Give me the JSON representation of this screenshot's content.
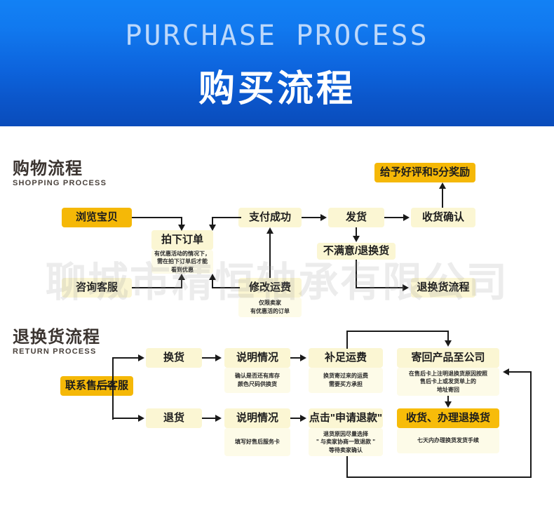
{
  "banner": {
    "english_title": "PURCHASE PROCESS",
    "chinese_title": "购买流程"
  },
  "watermark": "聊城市精恒轴承有限公司",
  "shopping_section": {
    "heading_cn": "购物流程",
    "heading_en": "SHOPPING PROCESS",
    "nodes": {
      "browse": "浏览宝贝",
      "place_order": "拍下订单",
      "contact_service": "咨询客服",
      "modify_shipping": "修改运费",
      "pay_success": "支付成功",
      "ship": "发货",
      "confirm_receipt": "收货确认",
      "reward": "给予好评和5分奖励",
      "dissatisfied": "不满意/退换货",
      "return_flow": "退换货流程"
    },
    "notes": {
      "place_order_note": "有优惠活动的情况下，\n需在拍下订单后才能\n看到优惠",
      "modify_shipping_note": "仅限卖家\n有优惠活的订单"
    }
  },
  "return_section": {
    "heading_cn": "退换货流程",
    "heading_en": "RETURN PROCESS",
    "nodes": {
      "contact_after_sales": "联系售后客服",
      "exchange": "换货",
      "exchange_explain": "说明情况",
      "make_up_shipping": "补足运费",
      "send_back": "寄回产品至公司",
      "refund": "退货",
      "refund_explain": "说明情况",
      "apply_refund": "点击\"申请退款\"",
      "process_return": "收货、办理退换货"
    },
    "notes": {
      "exchange_explain_note": "确认是否还有库存\n颜色尺码供换货",
      "make_up_shipping_note": "换货寄过来的运费\n需要买方承担",
      "send_back_note": "在售后卡上注明退换货原因按照\n售后卡上或发货单上的\n地址寄回",
      "refund_explain_note": "填写好售后服务卡",
      "apply_refund_note": "退货原因尽量选择\n\" 与卖家协商一致退款 \"\n等待卖家确认",
      "process_return_note": "七天内办理换货发货手续"
    }
  },
  "colors": {
    "banner_top": "#1281f5",
    "banner_bottom": "#0a4cbb",
    "node_pale": "#fbf6d3",
    "node_gold": "#f5b807",
    "note_bg": "#fdfbe8",
    "line": "#1a1a1a",
    "heading": "#3b3430"
  }
}
